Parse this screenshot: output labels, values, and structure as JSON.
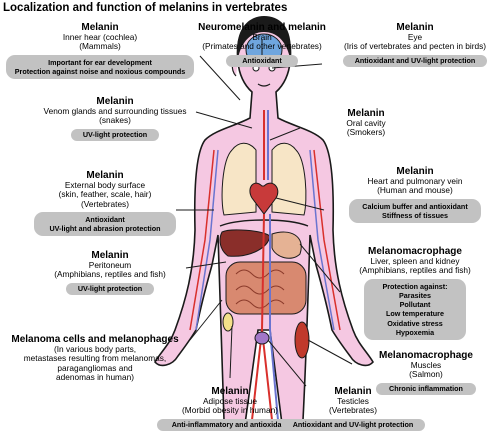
{
  "title": "Localization and function of melanins in vertebrates",
  "annotations": {
    "inner_ear": {
      "heading": "Melanin",
      "lines": [
        "Inner hear (cochlea)",
        "(Mammals)"
      ],
      "function": [
        "Important for ear development",
        "Protection against noise and noxious compounds"
      ]
    },
    "brain": {
      "heading": "Neuromelanin and melanin",
      "lines": [
        "Brain",
        "(Primates and other vertebrates)"
      ],
      "function": [
        "Antioxidant"
      ]
    },
    "eye": {
      "heading": "Melanin",
      "lines": [
        "Eye",
        "(Iris of vertebrates and pecten in birds)"
      ],
      "function": [
        "Antioxidant and UV-light protection"
      ]
    },
    "venom": {
      "heading": "Melanin",
      "lines": [
        "Venom glands and surrounding tissues",
        "(snakes)"
      ],
      "function": [
        "UV-light protection"
      ]
    },
    "oral": {
      "heading": "Melanin",
      "lines": [
        "Oral cavity",
        "(Smokers)"
      ],
      "function": []
    },
    "skin": {
      "heading": "Melanin",
      "lines": [
        "External body surface",
        "(skin, feather, scale, hair)",
        "(Vertebrates)"
      ],
      "function": [
        "Antioxidant",
        "UV-light and abrasion protection"
      ]
    },
    "heart": {
      "heading": "Melanin",
      "lines": [
        "Heart and pulmonary vein",
        "(Human and mouse)"
      ],
      "function": [
        "Calcium buffer and antioxidant",
        "Stiffness of tissues"
      ]
    },
    "peritoneum": {
      "heading": "Melanin",
      "lines": [
        "Peritoneum",
        "(Amphibians, reptiles and fish)"
      ],
      "function": [
        "UV-light protection"
      ]
    },
    "macrophage_liver": {
      "heading": "Melanomacrophage",
      "lines": [
        "Liver, spleen and kidney",
        "(Amphibians, reptiles and fish)"
      ],
      "function": [
        "Protection against:",
        "Parasites",
        "Pollutant",
        "Low temperature",
        "Oxidative stress",
        "Hypoxemia"
      ]
    },
    "melanoma": {
      "heading": "Melanoma cells and melanophages",
      "lines": [
        "(In various body parts,",
        "metastases resulting from melanomas,",
        "paragangliomas and",
        "adenomas in human)"
      ],
      "function": []
    },
    "macrophage_muscle": {
      "heading": "Melanomacrophage",
      "lines": [
        "Muscles",
        "(Salmon)"
      ],
      "function": [
        "Chronic inflammation"
      ]
    },
    "adipose": {
      "heading": "Melanin",
      "lines": [
        "Adipose tissue",
        "(Morbid obesity in human)"
      ],
      "function": [
        "Anti-inflammatory and antioxidant"
      ]
    },
    "testicles": {
      "heading": "Melanin",
      "lines": [
        "Testicles",
        "(Vertebrates)"
      ],
      "function": [
        "Antioxidant and UV-light protection"
      ]
    }
  },
  "colors": {
    "skin": "#f5c8e2",
    "outline": "#1a1a1a",
    "artery": "#d9302c",
    "vein": "#6a74d0",
    "brain": "#6fa6df",
    "pill": "#c2c2c2"
  }
}
